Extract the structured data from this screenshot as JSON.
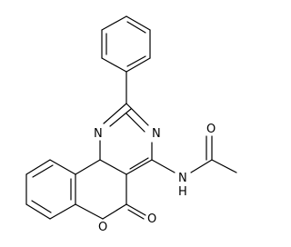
{
  "structure": {
    "atoms": [
      {
        "id": "n1",
        "symbol": "N"
      },
      {
        "id": "n3",
        "symbol": "N"
      },
      {
        "id": "nh",
        "symbol": "N"
      },
      {
        "id": "h_nh",
        "symbol": "H"
      },
      {
        "id": "o_acyl",
        "symbol": "O"
      },
      {
        "id": "o_carbonyl",
        "symbol": "O"
      },
      {
        "id": "o_ring",
        "symbol": "O"
      }
    ],
    "colors": {
      "bond": "#000000",
      "label": "#000000",
      "background": "#ffffff"
    }
  }
}
